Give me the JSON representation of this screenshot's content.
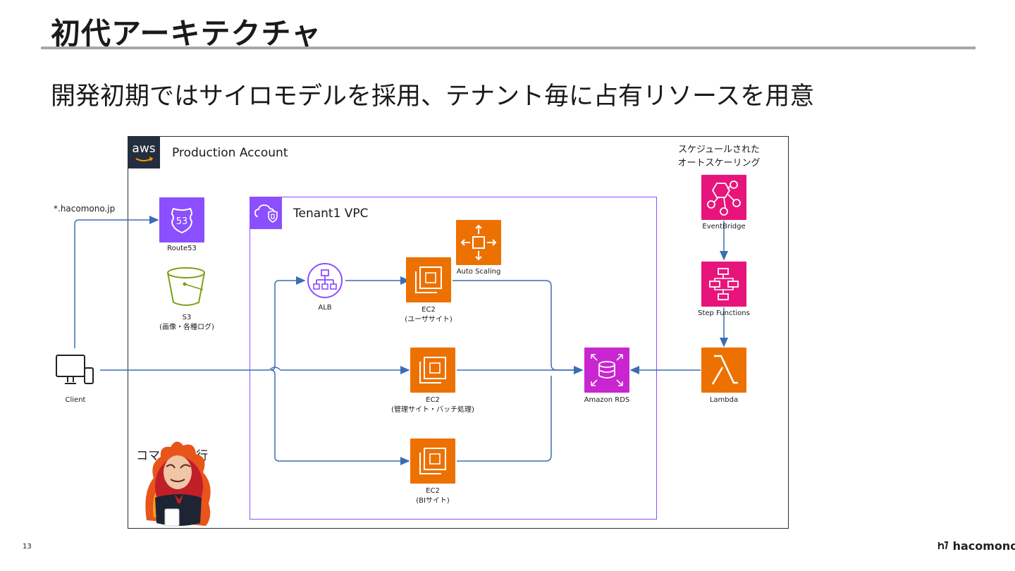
{
  "slide": {
    "title": "初代アーキテクチャ",
    "subtitle": "開発初期ではサイロモデルを採用、テナント毎に占有リソースを用意",
    "page_number": "13",
    "brand": "hacomono"
  },
  "account": {
    "badge": "aws",
    "label": "Production Account"
  },
  "vpc": {
    "label": "Tenant1 VPC"
  },
  "scheduled_note": [
    "スケジュールされた",
    "オートスケーリング"
  ],
  "nodes": {
    "domain": "*.hacomono.jp",
    "route53": {
      "label": "Route53",
      "badge_text": "53"
    },
    "s3": {
      "label": "S3",
      "sublabel": "(画像・各種ログ)"
    },
    "client": {
      "label": "Client"
    },
    "alb": {
      "label": "ALB"
    },
    "autoscaling": {
      "label": "Auto Scaling"
    },
    "ec2_user": {
      "label": "EC2",
      "sublabel": "(ユーザサイト)"
    },
    "ec2_admin": {
      "label": "EC2",
      "sublabel": "(管理サイト・バッチ処理)"
    },
    "ec2_bi": {
      "label": "EC2",
      "sublabel": "(BIサイト)"
    },
    "rds": {
      "label": "Amazon RDS"
    },
    "eventbridge": {
      "label": "EventBridge"
    },
    "stepfunctions": {
      "label": "Step Functions"
    },
    "lambda": {
      "label": "Lambda"
    },
    "command": {
      "label": "コマンド実行"
    }
  },
  "colors": {
    "route53": "#8c4fff",
    "s3": "#7aa116",
    "compute": "#ed7100",
    "rds": "#c925d1",
    "integration": "#e7157b",
    "line": "#3b6db3",
    "aws_dark": "#232f3e"
  }
}
